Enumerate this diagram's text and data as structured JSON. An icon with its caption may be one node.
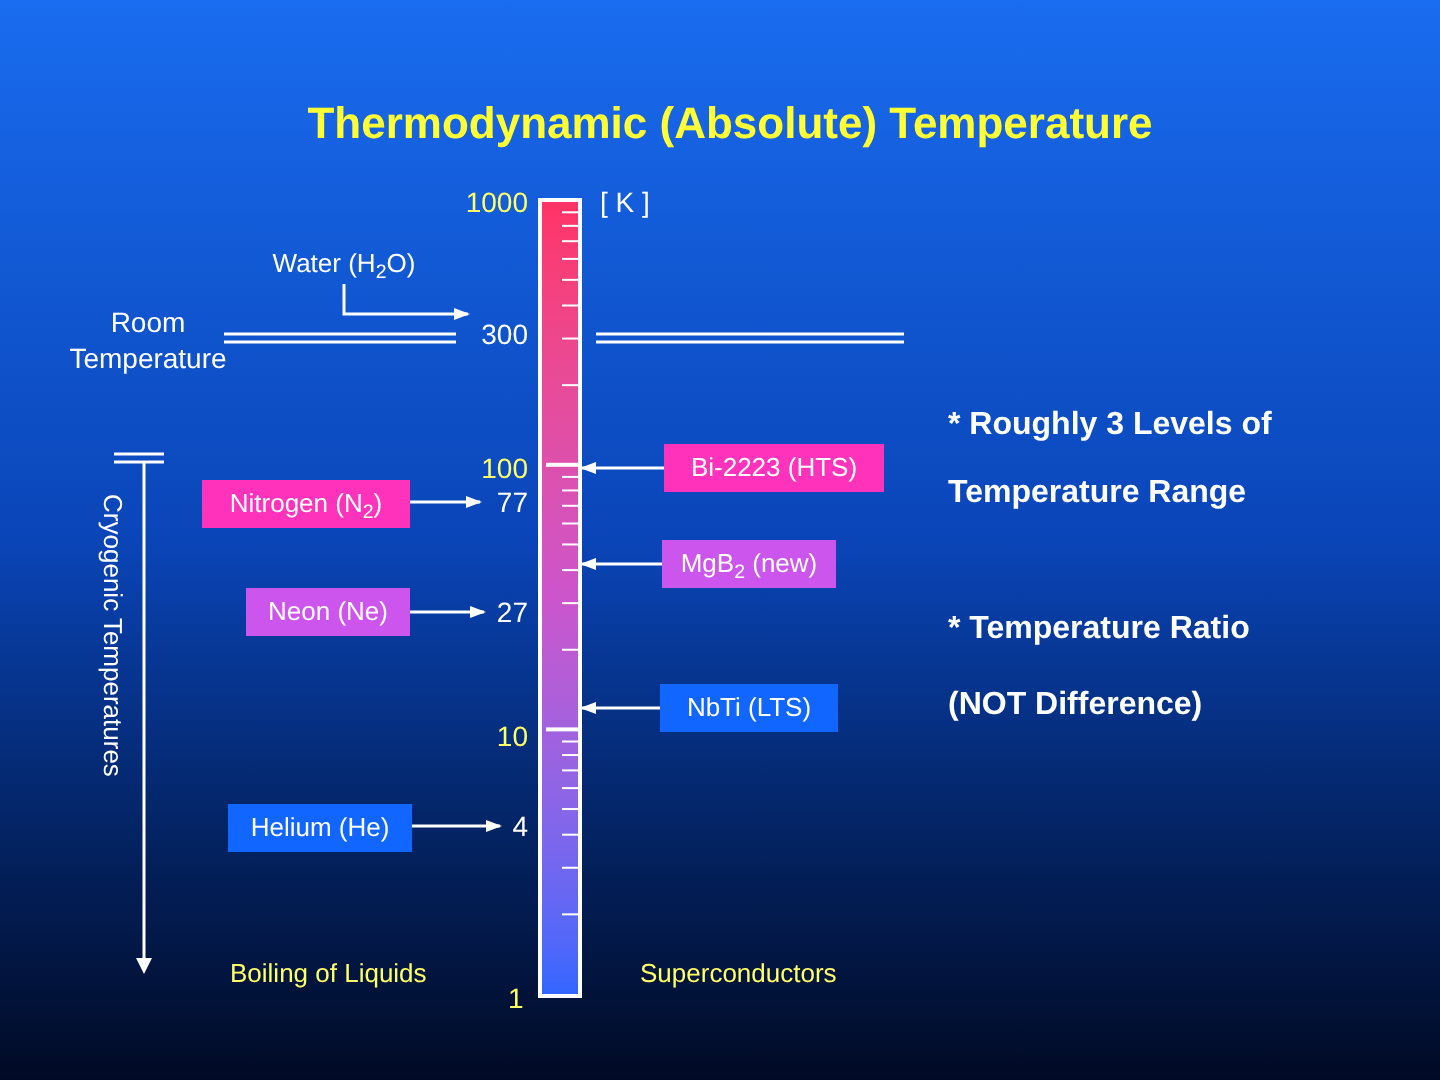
{
  "diagram": {
    "title": "Thermodynamic (Absolute) Temperature",
    "nodes": [
      {
        "text": [
          "Water (H$_{2}$O)"
        ]
      },
      {
        "text": [
          "300"
        ]
      },
      {
        "text": [
          "Nitrogen (N$_{2}$)"
        ]
      },
      {
        "text": [
          "77"
        ]
      },
      {
        "text": [
          "Neon (Ne)"
        ]
      },
      {
        "text": [
          "27"
        ]
      },
      {
        "text": [
          "Helium (He)"
        ]
      },
      {
        "text": [
          "4"
        ]
      },
      {
        "text": [],
        "shape": "bar"
      },
      {
        "text": [
          "Bi-2223 (HTS)"
        ]
      },
      {
        "text": [
          "MgB$_{2}$ (new)"
        ]
      },
      {
        "text": [
          "NbTi (LTS)"
        ]
      }
    ],
    "edges": [
      {
        "from": 0,
        "to": 1,
        "arrow": "to"
      },
      {
        "from": 2,
        "to": 3,
        "arrow": "to"
      },
      {
        "from": 4,
        "to": 5,
        "arrow": "to"
      },
      {
        "from": 6,
        "to": 7,
        "arrow": "to"
      },
      {
        "from": 9,
        "to": 8,
        "arrow": "to"
      },
      {
        "from": 10,
        "to": 8,
        "arrow": "to"
      },
      {
        "from": 11,
        "to": 8,
        "arrow": "to"
      }
    ],
    "labels": [
      "1000",
      "[ K ]",
      "Room Temperature",
      "100",
      "10",
      "1",
      "Cryogenic Temperatures",
      "Boiling of Liquids",
      "Superconductors",
      "* Roughly 3 Levels of Temperature Range",
      "* Temperature Ratio (**NOT** Difference)"
    ]
  }
}
